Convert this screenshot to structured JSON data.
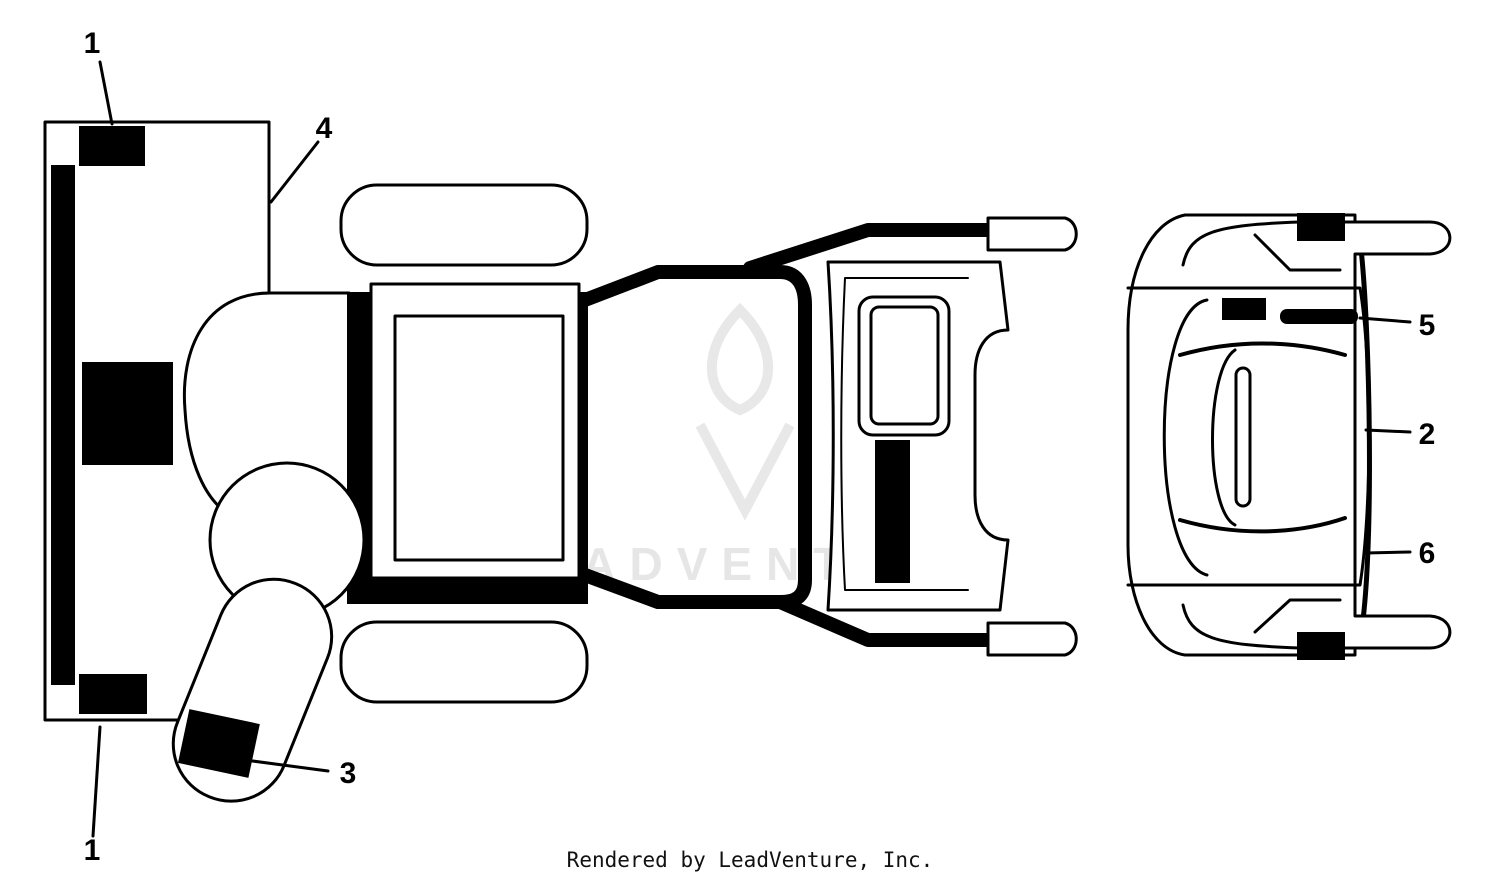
{
  "callouts": {
    "c1_top": "1",
    "c1_bottom": "1",
    "c2": "2",
    "c3": "3",
    "c4": "4",
    "c5": "5",
    "c6": "6"
  },
  "watermark": {
    "text": "LEADVENTURE"
  },
  "footer": {
    "text": "Rendered by LeadVenture, Inc."
  },
  "colors": {
    "ink": "#000000",
    "paper": "#ffffff",
    "watermark": "#e6e6e6"
  }
}
